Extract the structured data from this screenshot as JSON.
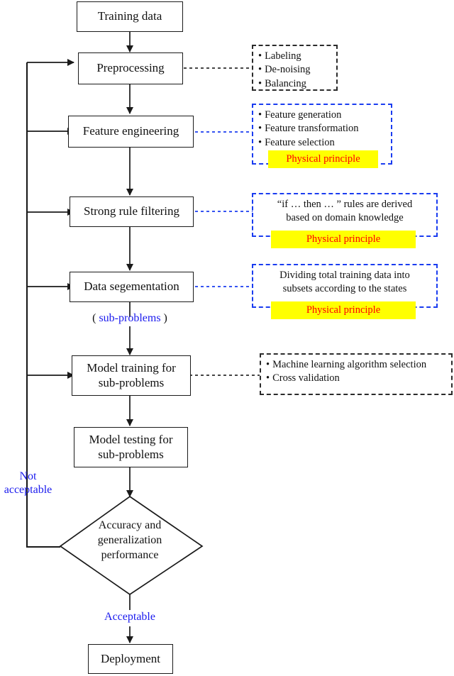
{
  "diagram": {
    "title": "Machine learning workflow with physical principle guidance",
    "colors": {
      "stroke": "#1a1a1a",
      "blue_dash": "#1a3cf0",
      "blue_text": "#1a1aee",
      "highlight_bg": "#ffff00",
      "highlight_text": "#ff0000",
      "black_dash": "#2b2b2b"
    }
  },
  "nodes": [
    {
      "id": "training-data",
      "label": "Training data"
    },
    {
      "id": "preprocessing",
      "label": "Preprocessing"
    },
    {
      "id": "feature-engineering",
      "label": "Feature engineering"
    },
    {
      "id": "strong-rule-filtering",
      "label": "Strong rule filtering"
    },
    {
      "id": "data-segementation",
      "label": "Data segementation"
    },
    {
      "id": "model-training",
      "line1": "Model training for",
      "line2": "sub-problems"
    },
    {
      "id": "model-testing",
      "line1": "Model testing for",
      "line2": "sub-problems"
    },
    {
      "id": "decision",
      "line1": "Accuracy and",
      "line2": "generalization",
      "line3": "performance"
    },
    {
      "id": "deployment",
      "label": "Deployment"
    }
  ],
  "annotations": {
    "preprocessing": {
      "style": "black",
      "items": [
        "Labeling",
        "De-noising",
        "Balancing"
      ]
    },
    "feature_engineering": {
      "style": "blue",
      "items": [
        "Feature generation",
        "Feature transformation",
        "Feature selection"
      ],
      "highlight": "Physical principle"
    },
    "strong_rule_filtering": {
      "style": "blue",
      "lines": [
        "“if …  then …  ” rules are derived",
        "based on domain knowledge"
      ],
      "highlight": "Physical principle"
    },
    "data_segementation": {
      "style": "blue",
      "lines": [
        "Dividing total training data into",
        "subsets according to the states"
      ],
      "highlight": "Physical principle"
    },
    "model_training": {
      "style": "black",
      "items": [
        "Machine learning algorithm selection",
        "Cross validation"
      ]
    }
  },
  "edge_labels": {
    "sub_problems": {
      "open": "(",
      "text": "sub-problems",
      "close": ")"
    },
    "not_acceptable": {
      "line1": "Not",
      "line2": "acceptable"
    },
    "acceptable": {
      "text": "Acceptable"
    }
  }
}
